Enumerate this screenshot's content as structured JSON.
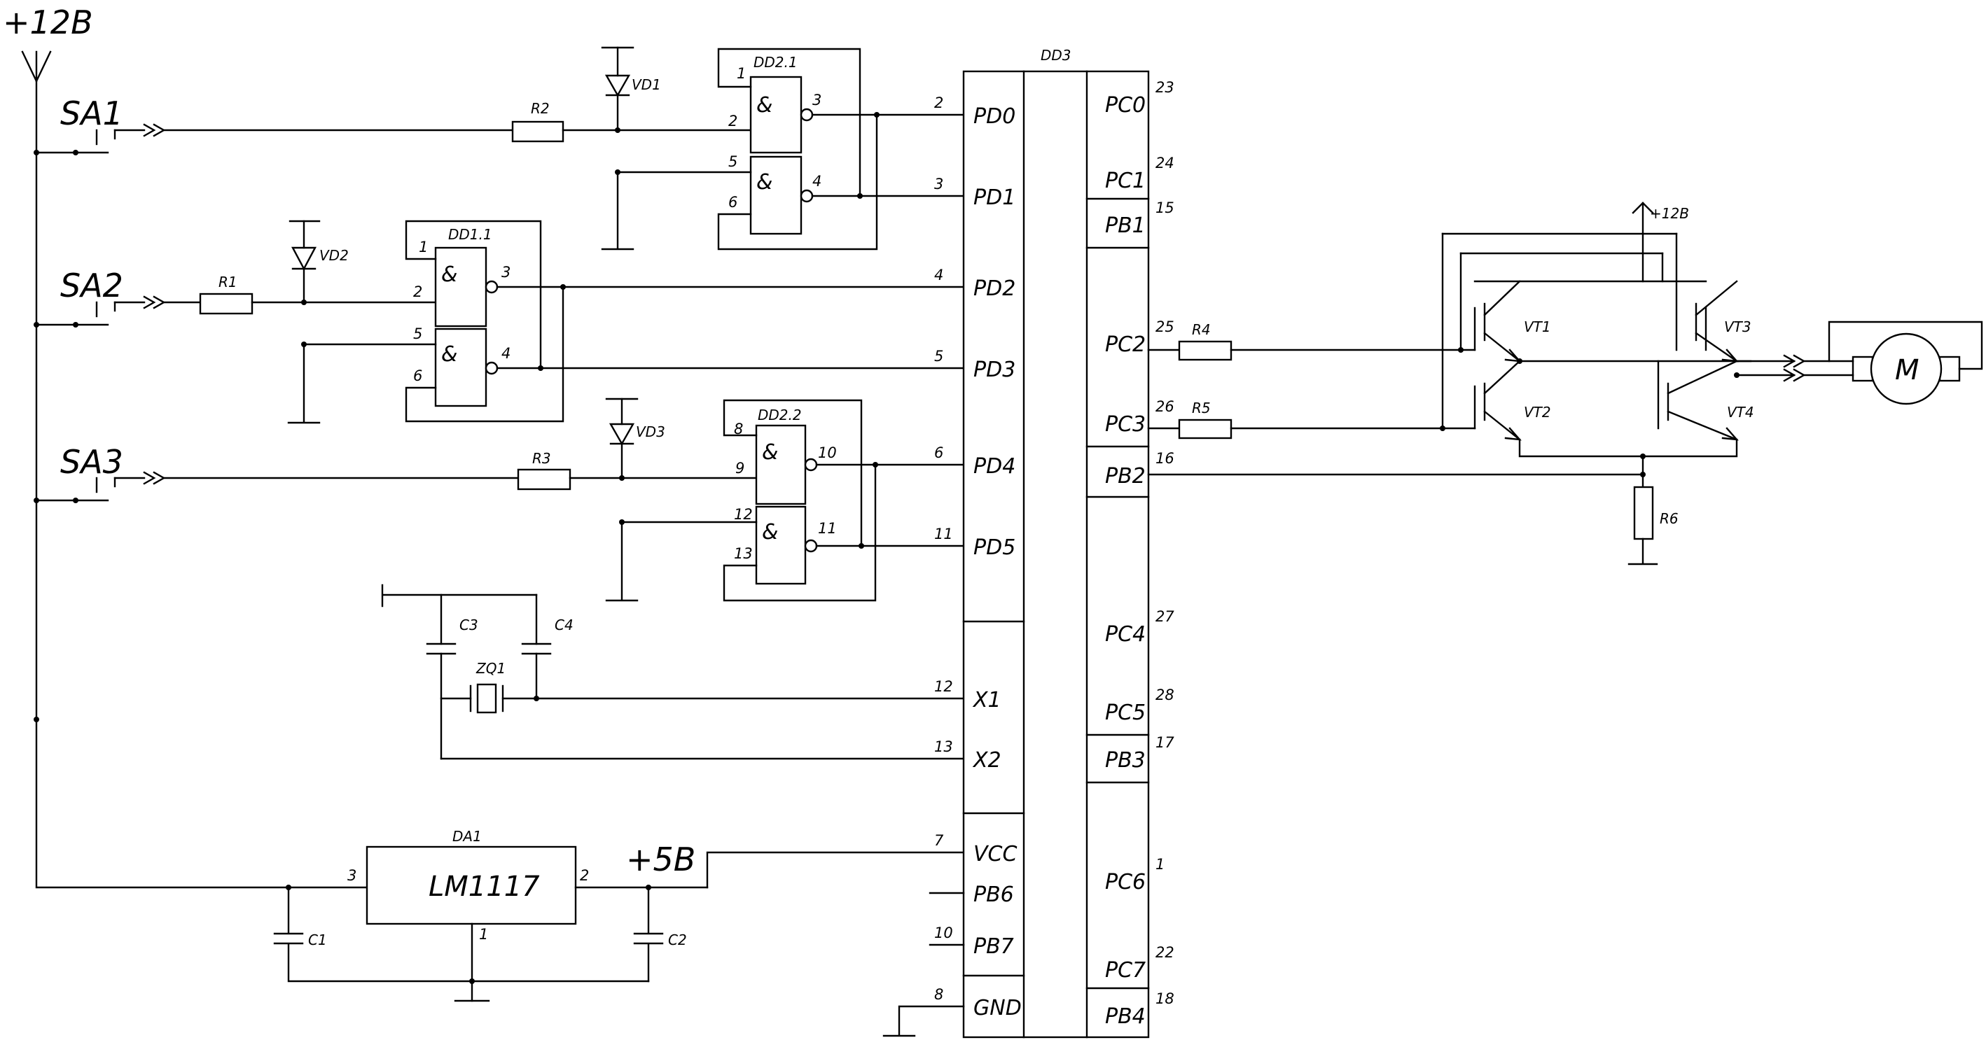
{
  "supply": {
    "rail_12v": "+12B",
    "rail_5v": "+5B",
    "tr_rail": "+12B"
  },
  "switches": [
    "SA1",
    "SA2",
    "SA3"
  ],
  "resistors": [
    "R1",
    "R2",
    "R3",
    "R4",
    "R5",
    "R6"
  ],
  "diodes": [
    "VD1",
    "VD2",
    "VD3"
  ],
  "capacitors": [
    "C1",
    "C2",
    "C3",
    "C4"
  ],
  "crystal": "ZQ1",
  "transistors": [
    "VT1",
    "VT2",
    "VT3",
    "VT4"
  ],
  "motor": "M",
  "gates": {
    "dd21": {
      "name": "DD2.1",
      "symbol": "&",
      "pins": [
        "1",
        "2",
        "3",
        "5",
        "6",
        "4"
      ]
    },
    "dd11": {
      "name": "DD1.1",
      "symbol": "&",
      "pins": [
        "1",
        "2",
        "3",
        "5",
        "6",
        "4"
      ]
    },
    "dd22": {
      "name": "DD2.2",
      "symbol": "&",
      "pins": [
        "8",
        "9",
        "10",
        "12",
        "13",
        "11"
      ]
    }
  },
  "regulator": {
    "name": "DA1",
    "part": "LM1117",
    "pins": [
      "3",
      "2",
      "1"
    ]
  },
  "mcu": {
    "name": "DD3",
    "left": [
      {
        "label": "PD0",
        "pin": "2"
      },
      {
        "label": "PD1",
        "pin": "3"
      },
      {
        "label": "PD2",
        "pin": "4"
      },
      {
        "label": "PD3",
        "pin": "5"
      },
      {
        "label": "PD4",
        "pin": "6"
      },
      {
        "label": "PD5",
        "pin": "11"
      },
      {
        "label": "X1",
        "pin": "12"
      },
      {
        "label": "X2",
        "pin": "13"
      },
      {
        "label": "VCC",
        "pin": "7"
      },
      {
        "label": "PB6",
        "pin": ""
      },
      {
        "label": "PB7",
        "pin": "10"
      },
      {
        "label": "GND",
        "pin": "8"
      }
    ],
    "right": [
      {
        "label": "PC0",
        "pin": "23"
      },
      {
        "label": "PC1",
        "pin": "24"
      },
      {
        "label": "PB1",
        "pin": "15"
      },
      {
        "label": "PC2",
        "pin": "25"
      },
      {
        "label": "PC3",
        "pin": "26"
      },
      {
        "label": "PB2",
        "pin": "16"
      },
      {
        "label": "PC4",
        "pin": "27"
      },
      {
        "label": "PC5",
        "pin": "28"
      },
      {
        "label": "PB3",
        "pin": "17"
      },
      {
        "label": "PC6",
        "pin": "1"
      },
      {
        "label": "PC7",
        "pin": "22"
      },
      {
        "label": "PB4",
        "pin": "18"
      }
    ]
  }
}
